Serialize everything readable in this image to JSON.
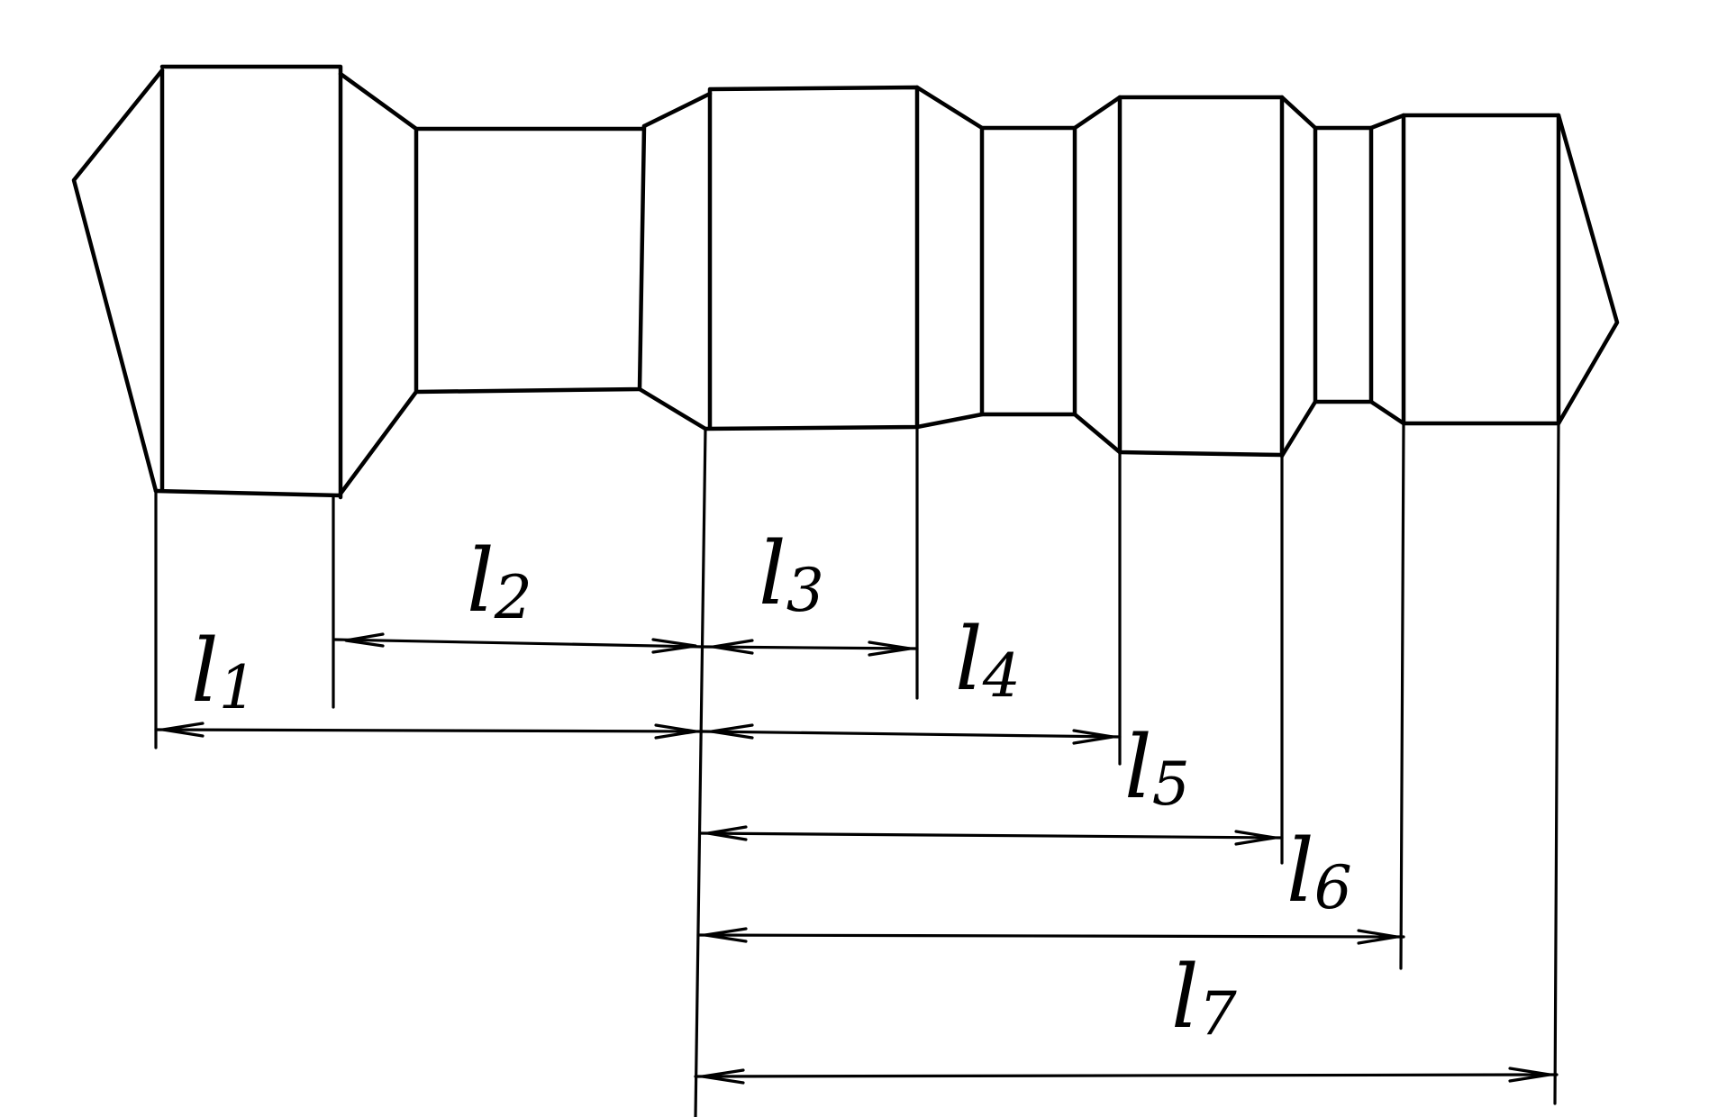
{
  "diagram": {
    "dimensions": [
      {
        "id": "l1",
        "base": "l",
        "index": "1"
      },
      {
        "id": "l2",
        "base": "l",
        "index": "2"
      },
      {
        "id": "l3",
        "base": "l",
        "index": "3"
      },
      {
        "id": "l4",
        "base": "l",
        "index": "4"
      },
      {
        "id": "l5",
        "base": "l",
        "index": "5"
      },
      {
        "id": "l6",
        "base": "l",
        "index": "6"
      },
      {
        "id": "l7",
        "base": "l",
        "index": "7"
      }
    ],
    "colors": {
      "ink": "#000000",
      "paper": "#ffffff"
    }
  }
}
